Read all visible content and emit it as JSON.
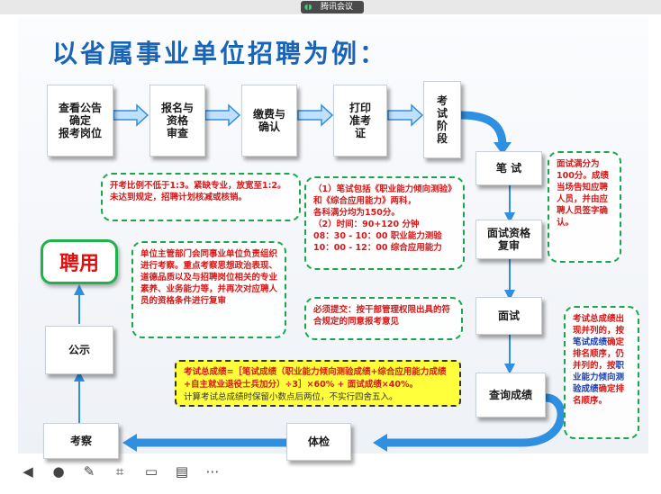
{
  "meeting": {
    "app_label": "腾讯会议",
    "signal_icon": "signal-icon"
  },
  "slide": {
    "title": "以省属事业单位招聘为例：",
    "steps": {
      "view_notice": [
        "查看公告",
        "确定",
        "报考岗位"
      ],
      "apply_review": [
        "报名与",
        "资格",
        "审查"
      ],
      "pay_confirm": [
        "缴费与",
        "确认"
      ],
      "print_ticket": [
        "打印",
        "准考",
        "证"
      ],
      "exam_stage": [
        "考",
        "试",
        "阶",
        "段"
      ],
      "written_exam": "笔 试",
      "interview_review": [
        "面试资格",
        "复审"
      ],
      "interview": "面试",
      "query_score": "查询成绩",
      "physical_exam": "体检",
      "inspection": "考察",
      "publicity": "公示",
      "hire": "聘用"
    },
    "notes": {
      "ratio": "开考比例不低于1:3。紧缺专业，放宽至1:2。未达到规定，招聘计划核减或核销。",
      "written": {
        "line1": "（1）笔试包括《职业能力倾向测验》和《综合应用能力》两科，",
        "line2": "各科满分均为150分。",
        "line3": "（2）时间：90+120 分钟",
        "line4": "08：30 - 10：00 职业能力测验",
        "line5": "10：00 - 12：00 综合应用能力"
      },
      "interview_score": "面试满分为100分。成绩当场告知应聘人员，并由应聘人员签字确认。",
      "inspection": "单位主管部门会同事业单位负责组织进行考察。重点考察思想政治表现、道德品质以及与招聘岗位相关的专业素养、业务能力等，并再次对应聘人员的资格条件进行复审",
      "submit": "必须提交：按干部管理权限出具的符合规定的同意报考意见",
      "formula": {
        "part1": "考试总成绩=［笔试成绩（职业能力倾向测验成绩+综合应用能力成绩+自主就业退役士兵加分）÷3］×60% + 面试成绩×40%。",
        "part2": "计算考试总成绩时保留小数点后两位，不实行四舍五入。"
      },
      "tie": {
        "p1": "考试总成绩出现并列的，按",
        "p2": "笔试成绩",
        "p3": "确定排名顺序，仍并列的，按",
        "p4": "职业能力倾向测验成绩",
        "p5": "确定排名顺序。"
      }
    }
  },
  "toolbar": {
    "icons": [
      "prev-icon",
      "pointer-icon",
      "pen-icon",
      "screenshot-icon",
      "camera-icon",
      "chat-icon",
      "more-icon"
    ],
    "glyphs": [
      "◀",
      "●",
      "✎",
      "⌗",
      "▭",
      "▤",
      "⋯"
    ]
  },
  "colors": {
    "arrow_blue": "#2f8fe0",
    "title_blue": "#1a64b8",
    "green": "#18a84a",
    "red": "#d81818"
  }
}
